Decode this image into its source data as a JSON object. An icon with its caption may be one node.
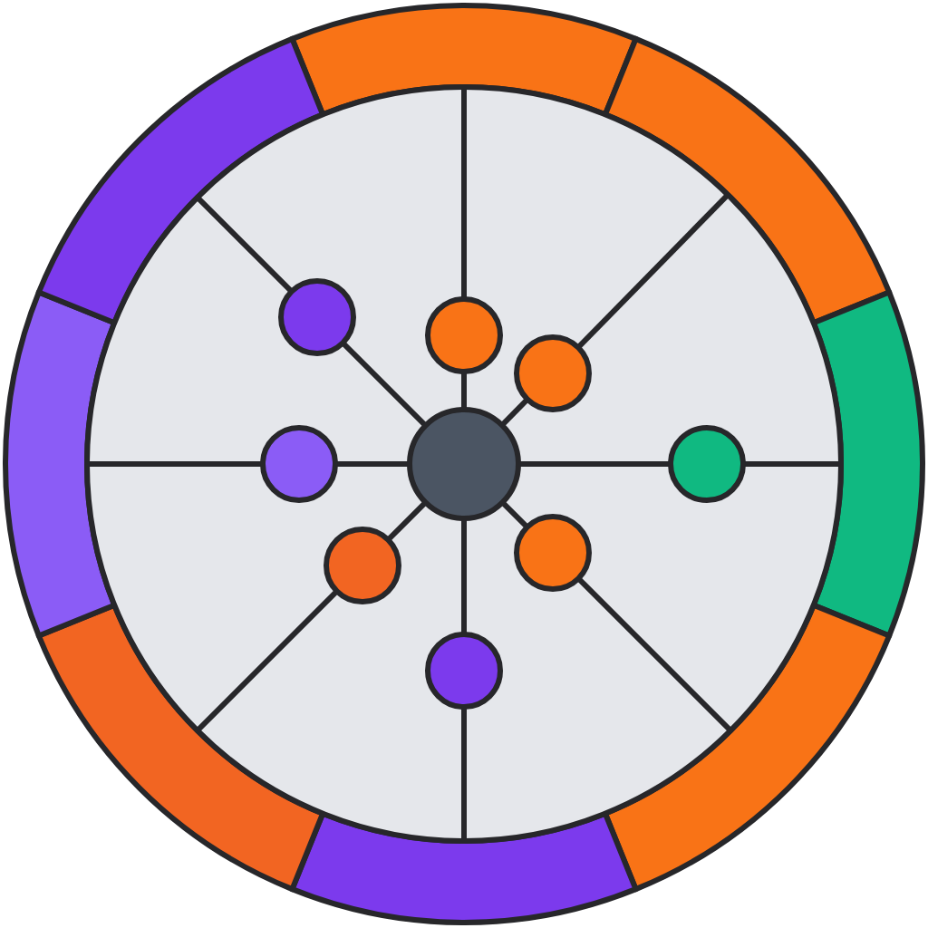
{
  "diagram": {
    "nodes": [
      {
        "text": [],
        "shape": "circle"
      },
      {
        "text": [],
        "shape": "circle",
        "in": 0
      },
      {
        "text": [],
        "shape": "circle",
        "in": 0
      },
      {
        "text": [],
        "shape": "circle",
        "in": 0
      },
      {
        "text": [],
        "shape": "circle",
        "in": 0
      },
      {
        "text": [],
        "shape": "circle",
        "in": 0
      },
      {
        "text": [],
        "shape": "circle",
        "in": 0
      },
      {
        "text": [],
        "shape": "circle",
        "in": 0
      },
      {
        "text": [],
        "shape": "circle",
        "in": 0
      },
      {
        "text": [],
        "shape": "circle",
        "in": 0
      }
    ],
    "edges": [
      {
        "from": 1,
        "to": 2,
        "arrow": "none"
      },
      {
        "from": 1,
        "to": 3,
        "arrow": "none"
      },
      {
        "from": 1,
        "to": 4,
        "arrow": "none"
      },
      {
        "from": 1,
        "to": 5,
        "arrow": "none"
      },
      {
        "from": 1,
        "to": 6,
        "arrow": "none"
      },
      {
        "from": 1,
        "to": 7,
        "arrow": "none"
      },
      {
        "from": 1,
        "to": 8,
        "arrow": "none"
      },
      {
        "from": 1,
        "to": 9,
        "arrow": "none"
      },
      {
        "from": 2,
        "to": 0,
        "arrow": "none"
      },
      {
        "from": 3,
        "to": 0,
        "arrow": "none"
      },
      {
        "from": 4,
        "to": 0,
        "arrow": "none"
      },
      {
        "from": 5,
        "to": 0,
        "arrow": "none"
      },
      {
        "from": 6,
        "to": 0,
        "arrow": "none"
      },
      {
        "from": 7,
        "to": 0,
        "arrow": "none"
      },
      {
        "from": 8,
        "to": 0,
        "arrow": "none"
      },
      {
        "from": 9,
        "to": 0,
        "arrow": "none"
      }
    ]
  }
}
